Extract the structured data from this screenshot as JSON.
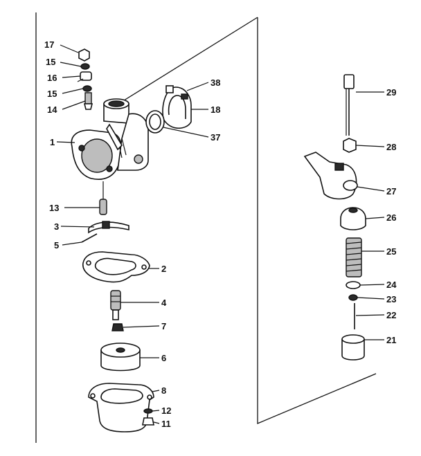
{
  "callouts": [
    {
      "id": "17",
      "text": "17"
    },
    {
      "id": "15a",
      "text": "15"
    },
    {
      "id": "16",
      "text": "16"
    },
    {
      "id": "15b",
      "text": "15"
    },
    {
      "id": "14",
      "text": "14"
    },
    {
      "id": "1",
      "text": "1"
    },
    {
      "id": "38",
      "text": "38"
    },
    {
      "id": "18",
      "text": "18"
    },
    {
      "id": "37",
      "text": "37"
    },
    {
      "id": "13",
      "text": "13"
    },
    {
      "id": "3",
      "text": "3"
    },
    {
      "id": "5",
      "text": "5"
    },
    {
      "id": "2",
      "text": "2"
    },
    {
      "id": "4",
      "text": "4"
    },
    {
      "id": "7",
      "text": "7"
    },
    {
      "id": "6",
      "text": "6"
    },
    {
      "id": "8",
      "text": "8"
    },
    {
      "id": "12",
      "text": "12"
    },
    {
      "id": "11",
      "text": "11"
    },
    {
      "id": "29",
      "text": "29"
    },
    {
      "id": "28",
      "text": "28"
    },
    {
      "id": "27",
      "text": "27"
    },
    {
      "id": "26",
      "text": "26"
    },
    {
      "id": "25",
      "text": "25"
    },
    {
      "id": "24",
      "text": "24"
    },
    {
      "id": "23",
      "text": "23"
    },
    {
      "id": "22",
      "text": "22"
    },
    {
      "id": "21",
      "text": "21"
    }
  ]
}
